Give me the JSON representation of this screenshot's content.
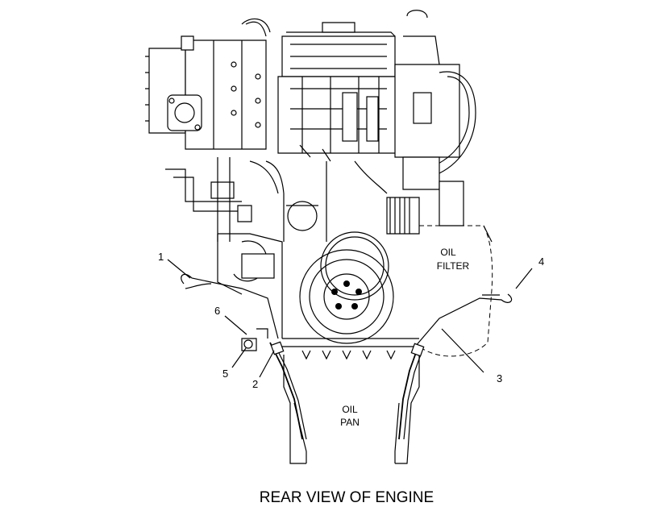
{
  "diagram": {
    "caption": "REAR VIEW OF ENGINE",
    "regions": {
      "oil_filter": [
        "OIL",
        "FILTER"
      ],
      "oil_pan": [
        "OIL",
        "PAN"
      ]
    },
    "callouts": [
      "1",
      "2",
      "3",
      "4",
      "5",
      "6"
    ],
    "colors": {
      "line": "#000000",
      "background": "#ffffff"
    }
  }
}
